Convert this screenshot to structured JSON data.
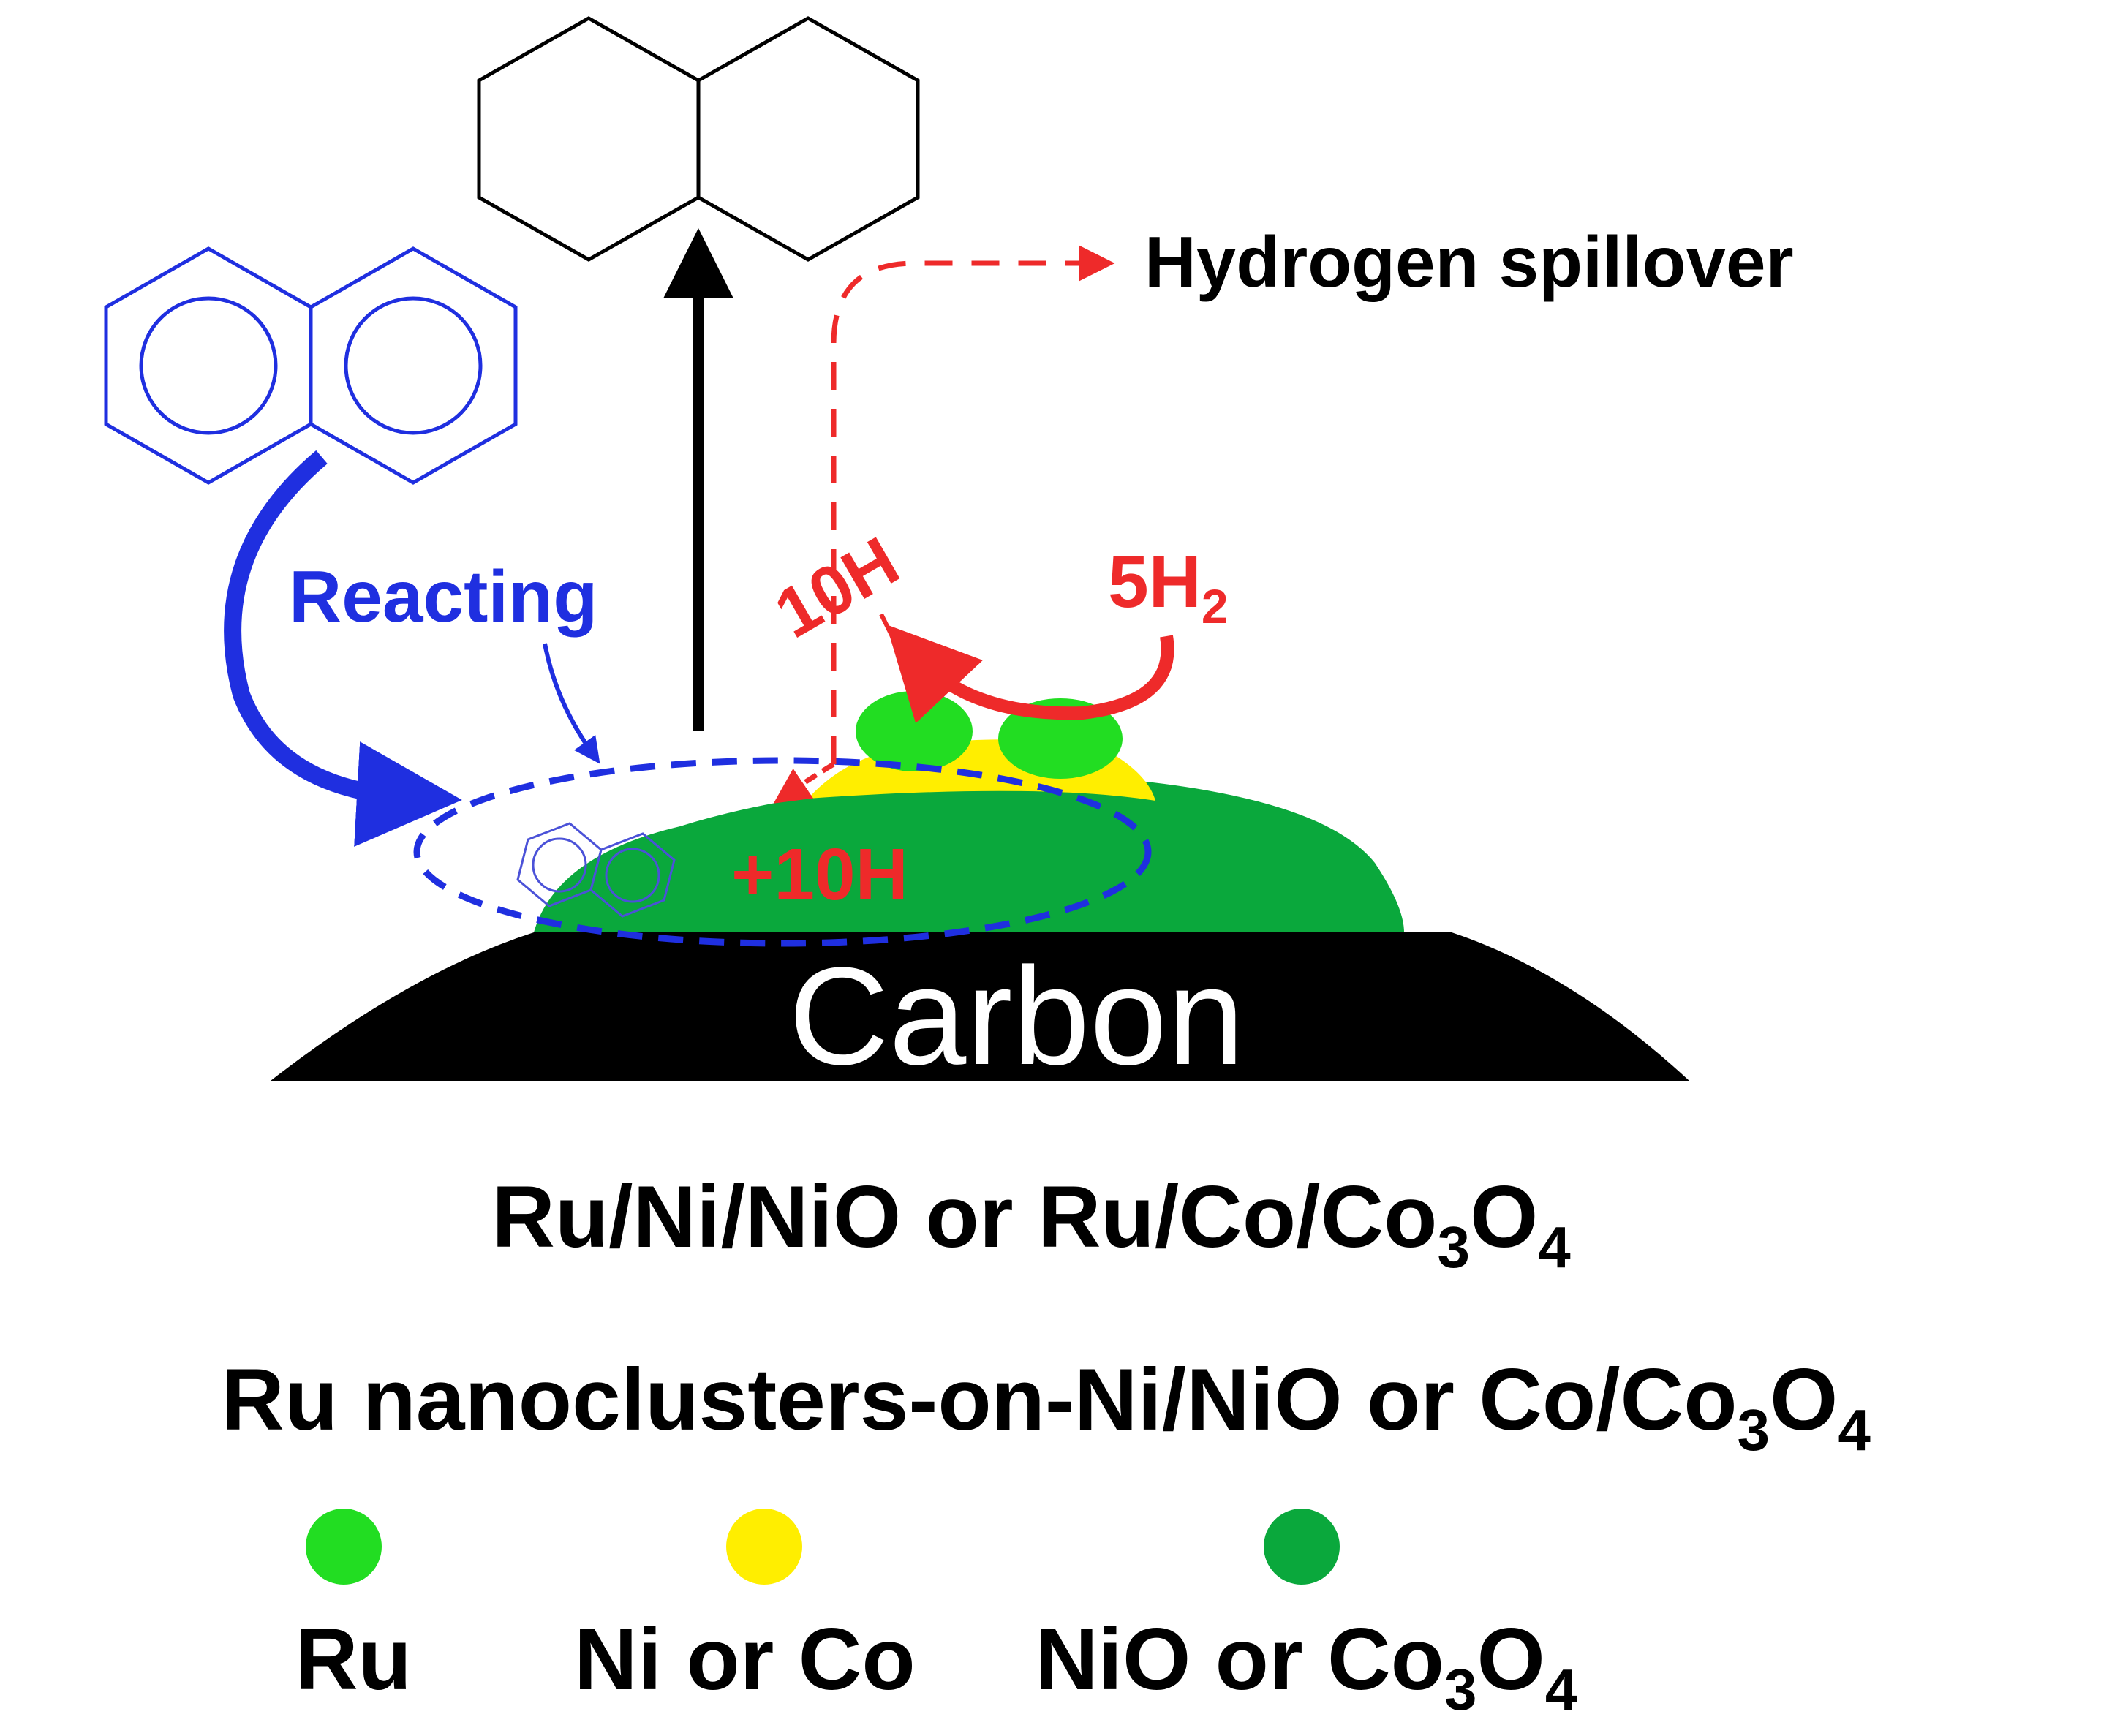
{
  "labels": {
    "hydrogen_spillover": "Hydrogen spillover",
    "reacting": "Reacting",
    "ten_h": "10H",
    "five_h2": "5H",
    "five_h2_sub": "2",
    "plus_ten_h": "+10H",
    "carbon": "Carbon"
  },
  "captions": {
    "line1": {
      "a": "Ru/Ni/NiO or Ru/Co/Co",
      "sub1": "3",
      "b": "O",
      "sub2": "4"
    },
    "line2": {
      "a": "Ru nanoclusters-on-Ni/NiO or Co/Co",
      "sub1": "3",
      "b": "O",
      "sub2": "4"
    }
  },
  "legend": {
    "ru": {
      "label": "Ru",
      "color": "#22dd22"
    },
    "ni_co": {
      "label": "Ni or Co",
      "color": "#ffee00"
    },
    "oxide": {
      "label": "NiO or Co",
      "sub1": "3",
      "b": "O",
      "sub2": "4",
      "color": "#0aa83c"
    }
  },
  "colors": {
    "reactant": "#1f2fe0",
    "hydrogen": "#ee2a2a",
    "support": "#000000",
    "product": "#000000"
  },
  "icons": {
    "reactant": "naphthalene-molecule-icon",
    "product": "decalin-molecule-icon",
    "adsorbed": "naphthalene-adsorbed-icon"
  }
}
